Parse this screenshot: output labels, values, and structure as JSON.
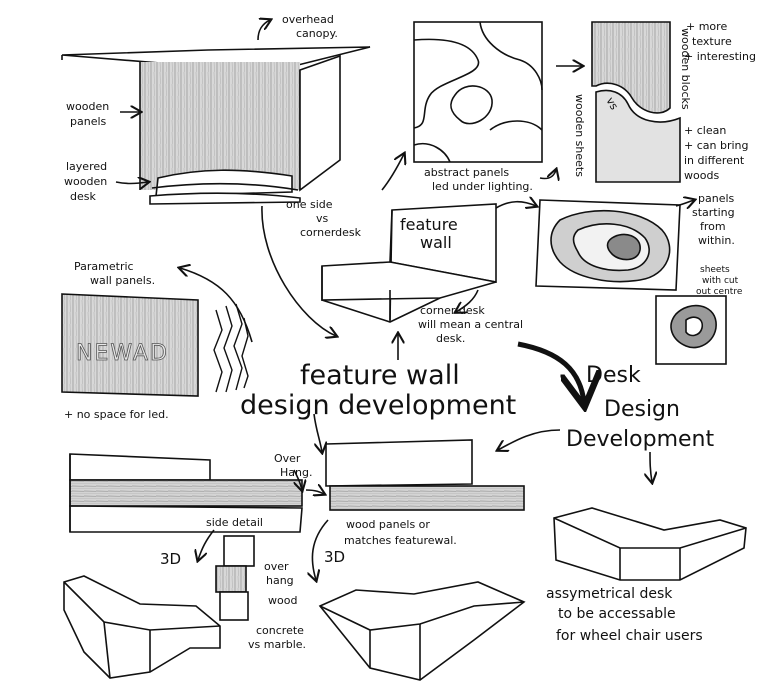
{
  "labels": {
    "overhead_canopy": [
      "overhead",
      "canopy."
    ],
    "wooden_panels": [
      "wooden",
      "panels"
    ],
    "layered_desk": [
      "layered",
      "wooden",
      "desk"
    ],
    "abstract_panels": [
      "abstract panels",
      "led under lighting."
    ],
    "more_texture": [
      "+ more",
      "texture",
      "+ interesting"
    ],
    "wooden_blocks": "wooden blocks",
    "wooden_sheets": "wooden sheets",
    "vs": "vs",
    "clean": [
      "+ clean",
      "+ can bring",
      "in different",
      "woods"
    ],
    "one_side_vs_corner": [
      "one side",
      "vs",
      "cornerdesk"
    ],
    "feature_wall_sketch": [
      "feature",
      "wall"
    ],
    "panels_within": [
      "panels",
      "starting",
      "from",
      "within."
    ],
    "sheets_cut_out": [
      "sheets",
      "with cut",
      "out centre"
    ],
    "parametric_panels": [
      "Parametric",
      "wall panels."
    ],
    "newad_mark": "NEWAD",
    "corner_desk_note": [
      "corner desk",
      "will mean a central",
      "desk."
    ],
    "no_space_led": "+ no space for led.",
    "overhang_top": [
      "Over",
      "Hang."
    ],
    "side_detail": "side detail",
    "wood_panels_note": [
      "wood panels or",
      "matches featurewal."
    ],
    "three_d_left": "3D",
    "three_d_center": "3D",
    "over_hang": [
      "over",
      "hang"
    ],
    "wood": "wood",
    "concrete_marble": [
      "concrete",
      "vs marble."
    ],
    "assymetrical": [
      "assymetrical desk",
      "to be accessable",
      "for wheel chair users"
    ]
  },
  "titles": {
    "feature_wall": [
      "feature wall",
      "design development"
    ],
    "desk_design": [
      "Desk",
      "Design",
      "Development"
    ]
  }
}
